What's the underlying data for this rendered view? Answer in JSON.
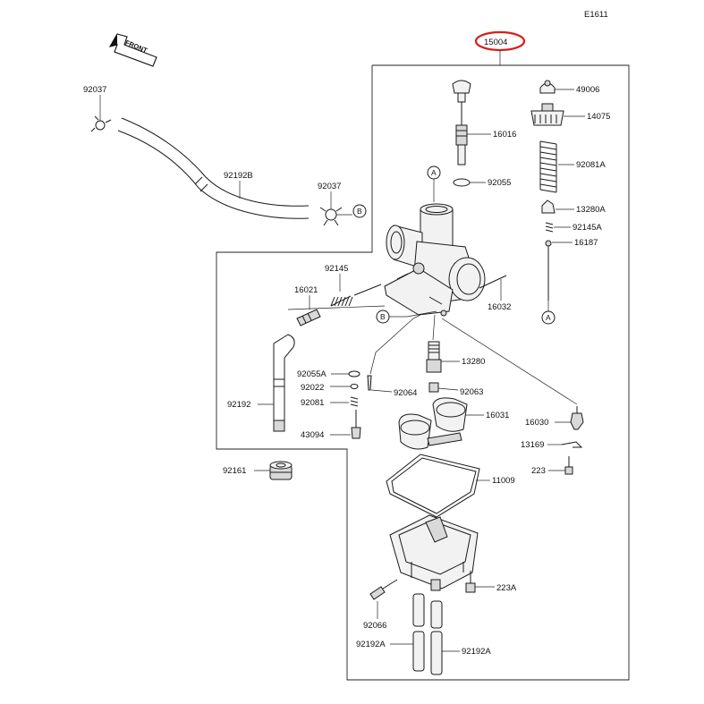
{
  "diagram_code": "E1611",
  "assembly_number": "15004",
  "front_label": "FRONT",
  "highlight_color": "#d81e1e",
  "ref_markers": {
    "a": "A",
    "b": "B"
  },
  "parts": {
    "p92037_top": "92037",
    "p92192b": "92192B",
    "p92037_mid": "92037",
    "p49006": "49006",
    "p14075": "14075",
    "p16016": "16016",
    "p92081a": "92081A",
    "p92055": "92055",
    "p13280a": "13280A",
    "p92145a": "92145A",
    "p16187": "16187",
    "p92145": "92145",
    "p16021": "16021",
    "p16032": "16032",
    "p92055a": "92055A",
    "p13280": "13280",
    "p92022": "92022",
    "p92064": "92064",
    "p92063": "92063",
    "p92192": "92192",
    "p92081": "92081",
    "p16031": "16031",
    "p16030": "16030",
    "p43094": "43094",
    "p13169": "13169",
    "p223": "223",
    "p92161": "92161",
    "p11009": "11009",
    "p223a": "223A",
    "p92066": "92066",
    "p92192a_left": "92192A",
    "p92192a_right": "92192A"
  }
}
